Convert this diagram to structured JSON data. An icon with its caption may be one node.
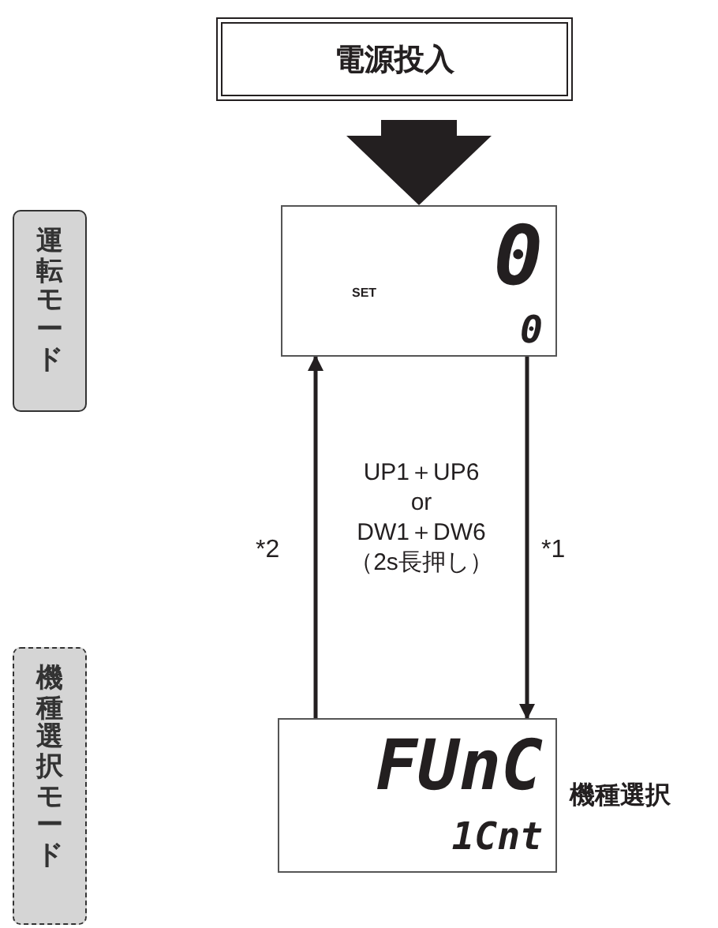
{
  "diagram": {
    "nodes": [
      {
        "text": [
          "電源投入"
        ]
      },
      {
        "text": [
          "0",
          "SET",
          "0"
        ]
      },
      {
        "text": [
          "FUnC",
          "1Cnt"
        ],
        "beside": [
          "機種選択"
        ]
      },
      {
        "text": [
          "運転モード"
        ]
      },
      {
        "text": [
          "機種選択モード"
        ]
      }
    ],
    "edges": [
      {
        "from": 0,
        "to": 1,
        "arrow": "to",
        "style": "thick"
      },
      {
        "from": 1,
        "to": 2,
        "arrow": "to",
        "label": "*1"
      },
      {
        "from": 2,
        "to": 1,
        "arrow": "to",
        "label": "*2"
      }
    ],
    "labels": [
      "UP1＋UP6 or DW1＋DW6 （2s長押し）"
    ]
  }
}
